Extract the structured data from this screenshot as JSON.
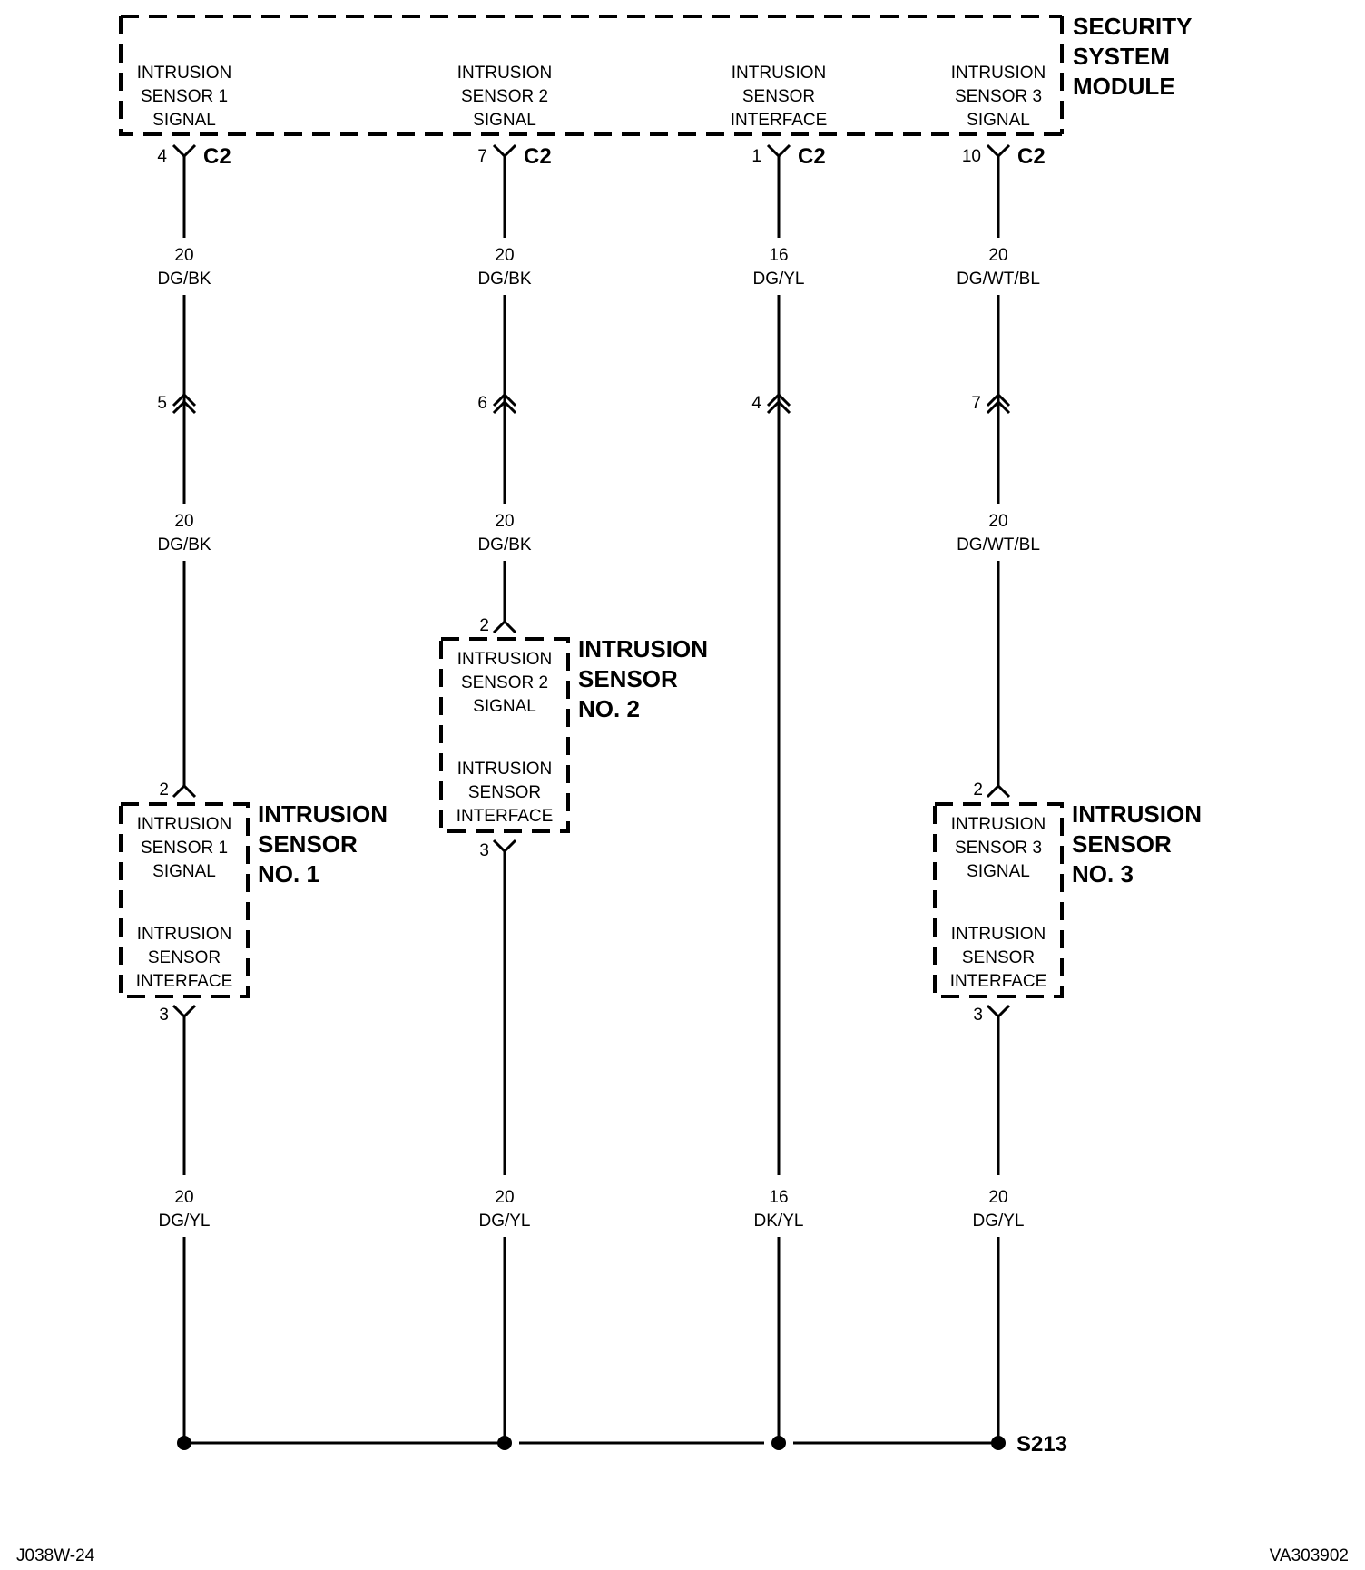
{
  "module": {
    "name_lines": [
      "SECURITY",
      "SYSTEM",
      "MODULE"
    ],
    "pins": [
      {
        "lines": [
          "INTRUSION",
          "SENSOR 1",
          "SIGNAL"
        ],
        "pin": "4",
        "connector": "C2"
      },
      {
        "lines": [
          "INTRUSION",
          "SENSOR 2",
          "SIGNAL"
        ],
        "pin": "7",
        "connector": "C2"
      },
      {
        "lines": [
          "INTRUSION",
          "SENSOR",
          "INTERFACE"
        ],
        "pin": "1",
        "connector": "C2"
      },
      {
        "lines": [
          "INTRUSION",
          "SENSOR 3",
          "SIGNAL"
        ],
        "pin": "10",
        "connector": "C2"
      }
    ]
  },
  "circuits": [
    {
      "wire_top": {
        "gauge": "20",
        "color": "DG/BK"
      },
      "inline_pin": "5",
      "wire_mid": {
        "gauge": "20",
        "color": "DG/BK"
      },
      "wire_bottom": {
        "gauge": "20",
        "color": "DG/YL"
      }
    },
    {
      "wire_top": {
        "gauge": "20",
        "color": "DG/BK"
      },
      "inline_pin": "6",
      "wire_mid": {
        "gauge": "20",
        "color": "DG/BK"
      },
      "wire_bottom": {
        "gauge": "20",
        "color": "DG/YL"
      }
    },
    {
      "wire_top": {
        "gauge": "16",
        "color": "DG/YL"
      },
      "inline_pin": "4",
      "wire_bottom": {
        "gauge": "16",
        "color": "DK/YL"
      }
    },
    {
      "wire_top": {
        "gauge": "20",
        "color": "DG/WT/BL"
      },
      "inline_pin": "7",
      "wire_mid": {
        "gauge": "20",
        "color": "DG/WT/BL"
      },
      "wire_bottom": {
        "gauge": "20",
        "color": "DG/YL"
      }
    }
  ],
  "sensors": [
    {
      "name_lines": [
        "INTRUSION",
        "SENSOR",
        "NO. 1"
      ],
      "signal_lines": [
        "INTRUSION",
        "SENSOR 1",
        "SIGNAL"
      ],
      "interface_lines": [
        "INTRUSION",
        "SENSOR",
        "INTERFACE"
      ],
      "signal_pin": "2",
      "interface_pin": "3"
    },
    {
      "name_lines": [
        "INTRUSION",
        "SENSOR",
        "NO. 2"
      ],
      "signal_lines": [
        "INTRUSION",
        "SENSOR 2",
        "SIGNAL"
      ],
      "interface_lines": [
        "INTRUSION",
        "SENSOR",
        "INTERFACE"
      ],
      "signal_pin": "2",
      "interface_pin": "3"
    },
    {
      "name_lines": [
        "INTRUSION",
        "SENSOR",
        "NO. 3"
      ],
      "signal_lines": [
        "INTRUSION",
        "SENSOR 3",
        "SIGNAL"
      ],
      "interface_lines": [
        "INTRUSION",
        "SENSOR",
        "INTERFACE"
      ],
      "signal_pin": "2",
      "interface_pin": "3"
    }
  ],
  "splice": {
    "label": "S213"
  },
  "footer": {
    "left": "J038W-24",
    "right": "VA303902"
  }
}
